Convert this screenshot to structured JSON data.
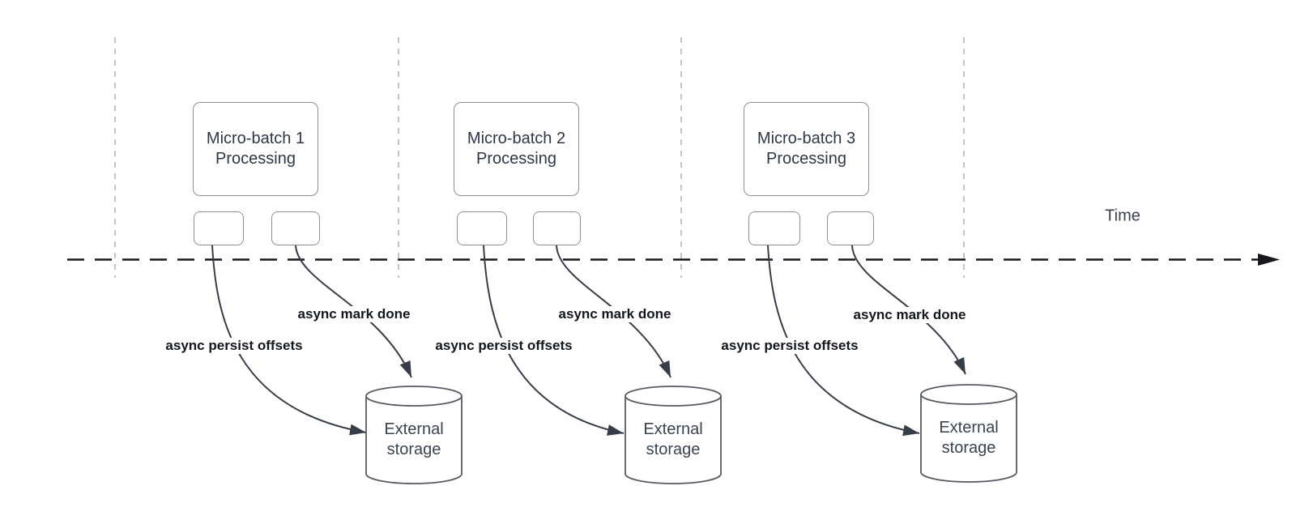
{
  "time_axis": {
    "label": "Time"
  },
  "sections": [
    {
      "batch_label": "Micro-batch 1\nProcessing",
      "persist_label": "async persist offsets",
      "mark_done_label": "async mark done",
      "storage_label": "External\nstorage"
    },
    {
      "batch_label": "Micro-batch 2\nProcessing",
      "persist_label": "async persist offsets",
      "mark_done_label": "async mark done",
      "storage_label": "External\nstorage"
    },
    {
      "batch_label": "Micro-batch 3\nProcessing",
      "persist_label": "async persist offsets",
      "mark_done_label": "async mark done",
      "storage_label": "External\nstorage"
    }
  ],
  "colors": {
    "background": "#ffffff",
    "box_border": "#8b9096",
    "box_text": "#2e3744",
    "cylinder_stroke": "#565b63",
    "guide_line": "#b5b5b5",
    "axis_line": "#16181c",
    "arrow_stroke": "#363d49",
    "label_text": "#13171d"
  }
}
